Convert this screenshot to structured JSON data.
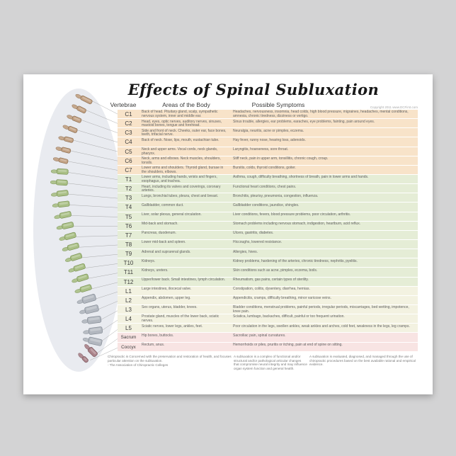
{
  "poster": {
    "title": "Effects of Spinal Subluxation",
    "copyright": "Copyright 2011 www.DCFirst.com",
    "columns": {
      "vertebrae": "Vertebrae",
      "areas": "Areas of the Body",
      "symptoms": "Possible Symptoms"
    },
    "group_colors": {
      "cervical": "#f8e3c9",
      "thoracic": "#e5edd6",
      "lumbar": "#f3f2e1",
      "sacral": "#f8e4e3"
    },
    "rows": [
      {
        "level": "C1",
        "group": "cervical",
        "areas": "Back of head. Pituitary gland, scalp, sympathetic nervous system, inner and middle ear.",
        "symptoms": "Headaches, nervousness, insomnia, head colds, high blood pressure, migraines, headaches, mental conditions, amnesia, chronic tiredness, dizziness or vertigo."
      },
      {
        "level": "C2",
        "group": "cervical",
        "areas": "Head, eyes, optic nerves, auditory nerves, sinuses, mastoid bones, tongue and forehead.",
        "symptoms": "Sinus trouble, allergies, ear problems, earaches, eye problems, fainting, pain around eyes."
      },
      {
        "level": "C3",
        "group": "cervical",
        "areas": "Side and front of neck. Cheeks, outer ear, face bones, teeth, trifacial nerve.",
        "symptoms": "Neuralgia, neuritis, acne or pimples, eczema."
      },
      {
        "level": "C4",
        "group": "cervical",
        "areas": "Back of neck. Nose, lips, mouth, eustachian tube.",
        "symptoms": "Hay fever, runny nose, hearing loss, adenoids."
      },
      {
        "level": "C5",
        "group": "cervical",
        "areas": "Neck and upper arms. Vocal cords, neck glands, pharynx.",
        "symptoms": "Laryngitis, hoarseness, sore throat."
      },
      {
        "level": "C6",
        "group": "cervical",
        "areas": "Neck, arms and elbows. Neck muscles, shoulders, tonsils.",
        "symptoms": "Stiff neck, pain in upper arm, tonsillitis, chronic cough, croup."
      },
      {
        "level": "C7",
        "group": "cervical",
        "areas": "Lower arms and shoulders. Thyroid gland, bursae in the shoulders, elbows.",
        "symptoms": "Bursitis, colds, thyroid conditions, goiter."
      },
      {
        "level": "T1",
        "group": "thoracic",
        "areas": "Lower arms, including hands, wrists and fingers, esophagus, and trachea.",
        "symptoms": "Asthma, cough, difficulty breathing, shortness of breath, pain in lower arms and hands."
      },
      {
        "level": "T2",
        "group": "thoracic",
        "areas": "Heart, including its valves and coverings, coronary arteries.",
        "symptoms": "Functional heart conditions, chest pains."
      },
      {
        "level": "T3",
        "group": "thoracic",
        "areas": "Lungs, bronchial tubes, pleura, chest and breast.",
        "symptoms": "Bronchitis, pleurisy, pneumonia, congestion, influenza."
      },
      {
        "level": "T4",
        "group": "thoracic",
        "areas": "Gallbladder, common duct.",
        "symptoms": "Gallbladder conditions, jaundice, shingles."
      },
      {
        "level": "T5",
        "group": "thoracic",
        "areas": "Liver, solar plexus, general circulation.",
        "symptoms": "Liver conditions, fevers, blood pressure problems, poor circulation, arthritis."
      },
      {
        "level": "T6",
        "group": "thoracic",
        "areas": "Mid-back and stomach.",
        "symptoms": "Stomach problems including nervous stomach, indigestion, heartburn, acid reflux."
      },
      {
        "level": "T7",
        "group": "thoracic",
        "areas": "Pancreas, duodenum.",
        "symptoms": "Ulcers, gastritis, diabetes."
      },
      {
        "level": "T8",
        "group": "thoracic",
        "areas": "Lower mid-back and spleen.",
        "symptoms": "Hiccoughs, lowered resistance."
      },
      {
        "level": "T9",
        "group": "thoracic",
        "areas": "Adrenal and suprarenal glands.",
        "symptoms": "Allergies, hives."
      },
      {
        "level": "T10",
        "group": "thoracic",
        "areas": "Kidneys.",
        "symptoms": "Kidney problems, hardening of the arteries, chronic tiredness, nephritis, pyelitis."
      },
      {
        "level": "T11",
        "group": "thoracic",
        "areas": "Kidneys, ureters.",
        "symptoms": "Skin conditions such as acne, pimples, eczema, boils."
      },
      {
        "level": "T12",
        "group": "thoracic",
        "areas": "Upper/lower back. Small intestines, lymph circulation.",
        "symptoms": "Rheumatism, gas pains, certain types of sterility."
      },
      {
        "level": "L1",
        "group": "lumbar",
        "areas": "Large intestines, iliocecal valve.",
        "symptoms": "Constipation, colitis, dysentery, diarrhea, hernias."
      },
      {
        "level": "L2",
        "group": "lumbar",
        "areas": "Appendix, abdomen, upper leg.",
        "symptoms": "Appendicitis, cramps, difficulty breathing, minor varicose veins."
      },
      {
        "level": "L3",
        "group": "lumbar",
        "areas": "Sex organs, uterus, bladder, knees.",
        "symptoms": "Bladder conditions, menstrual problems, painful periods, irregular periods, miscarriages, bed wetting, impotence, knee pain."
      },
      {
        "level": "L4",
        "group": "lumbar",
        "areas": "Prostate gland, muscles of the lower back, sciatic nerves.",
        "symptoms": "Sciatica, lumbago, backaches, difficult, painful or too frequent urination."
      },
      {
        "level": "L5",
        "group": "lumbar",
        "areas": "Sciatic nerves, lower legs, ankles, feet.",
        "symptoms": "Poor circulation in the legs, swollen ankles, weak ankles and arches, cold feet, weakness in the legs, leg cramps."
      },
      {
        "level": "Sacrum",
        "group": "sacral",
        "areas": "Hip bones, buttocks.",
        "symptoms": "Sacroiliac pain, spinal curvatures."
      },
      {
        "level": "Coccyx",
        "group": "sacral",
        "areas": "Rectum, anus.",
        "symptoms": "Hemorrhoids or piles, pruritis or itching, pain at end of spine on sitting."
      }
    ],
    "footer": [
      {
        "text": "Chiropractic is Concerned with the preservation and restoration of health, and focuses particular attention on the subluxation.",
        "attribution": "- The Association of Chiropractic Colleges"
      },
      {
        "text": "A subluxation is a complex of functional and/or structural and/or pathological articular changes that compromise neural integrity and may influence organ system function and general health."
      },
      {
        "text": "A subluxation is evaluated, diagnosed, and managed through the use of chiropractic procedures based on the best available rational and empirical evidence."
      }
    ]
  }
}
